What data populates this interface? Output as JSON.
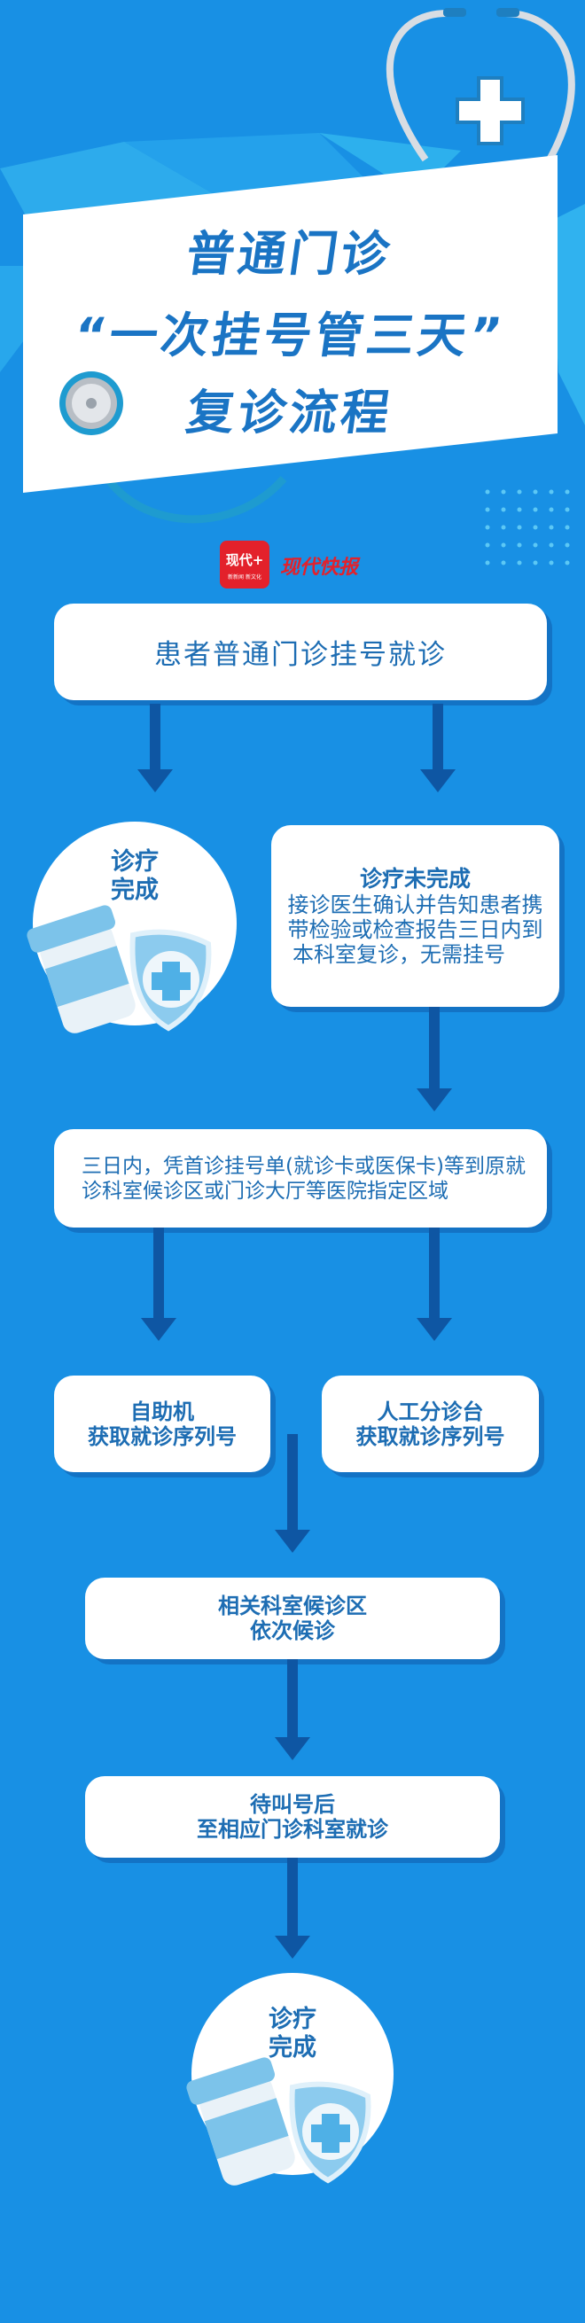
{
  "header": {
    "title_lines": [
      "普通门诊",
      "“一次挂号管三天”",
      "复诊流程"
    ]
  },
  "logo": {
    "badge_text": "现代+",
    "badge_sub": "新新闻 新文化",
    "wordmark": "现代快报"
  },
  "flow": {
    "step1": "患者普通门诊挂号就诊",
    "branch_done": [
      "诊疗",
      "完成"
    ],
    "branch_not_done": {
      "title": "诊疗未完成",
      "lines": [
        "接诊医生确认并告知患者携",
        "带检验或检查报告三日内到",
        "本科室复诊，无需挂号"
      ]
    },
    "step3": [
      "三日内，凭首诊挂号单(就诊卡或医保卡)等到原就",
      "诊科室候诊区或门诊大厅等医院指定区域"
    ],
    "option_self": [
      "自助机",
      "获取就诊序列号"
    ],
    "option_desk": [
      "人工分诊台",
      "获取就诊序列号"
    ],
    "step5": [
      "相关科室候诊区",
      "依次候诊"
    ],
    "step6": [
      "待叫号后",
      "至相应门诊科室就诊"
    ],
    "final": [
      "诊疗",
      "完成"
    ]
  },
  "colors": {
    "background": "#1890e4",
    "text": "#1d6db3",
    "arrow": "#0e56a3",
    "logo_red": "#e3212b"
  }
}
